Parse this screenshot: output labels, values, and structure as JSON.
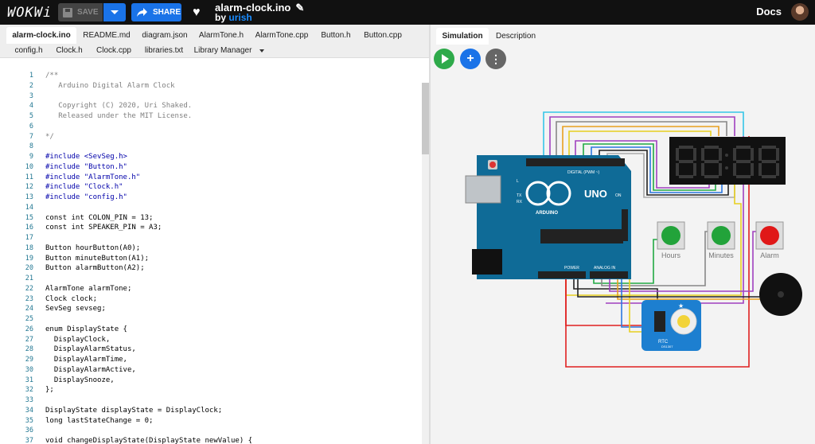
{
  "header": {
    "logo": "WOKWi",
    "save_label": "SAVE",
    "share_label": "SHARE",
    "project_name": "alarm-clock.ino",
    "by_label": "by",
    "author": "urish",
    "docs_label": "Docs"
  },
  "editor": {
    "tabs_row1": [
      "alarm-clock.ino",
      "README.md",
      "diagram.json",
      "AlarmTone.h",
      "AlarmTone.cpp",
      "Button.h",
      "Button.cpp"
    ],
    "tabs_row2": [
      "config.h",
      "Clock.h",
      "Clock.cpp",
      "libraries.txt",
      "Library Manager"
    ],
    "lines": [
      {
        "n": "1",
        "t": "/**"
      },
      {
        "n": "2",
        "t": "   Arduino Digital Alarm Clock"
      },
      {
        "n": "3",
        "t": ""
      },
      {
        "n": "4",
        "t": "   Copyright (C) 2020, Uri Shaked."
      },
      {
        "n": "5",
        "t": "   Released under the MIT License."
      },
      {
        "n": "6",
        "t": ""
      },
      {
        "n": "7",
        "t": "*/"
      },
      {
        "n": "8",
        "t": ""
      },
      {
        "n": "9",
        "t": "#include <SevSeg.h>"
      },
      {
        "n": "10",
        "t": "#include \"Button.h\""
      },
      {
        "n": "11",
        "t": "#include \"AlarmTone.h\""
      },
      {
        "n": "12",
        "t": "#include \"Clock.h\""
      },
      {
        "n": "13",
        "t": "#include \"config.h\""
      },
      {
        "n": "14",
        "t": ""
      },
      {
        "n": "15",
        "t": "const int COLON_PIN = 13;"
      },
      {
        "n": "16",
        "t": "const int SPEAKER_PIN = A3;"
      },
      {
        "n": "17",
        "t": ""
      },
      {
        "n": "18",
        "t": "Button hourButton(A0);"
      },
      {
        "n": "19",
        "t": "Button minuteButton(A1);"
      },
      {
        "n": "20",
        "t": "Button alarmButton(A2);"
      },
      {
        "n": "21",
        "t": ""
      },
      {
        "n": "22",
        "t": "AlarmTone alarmTone;"
      },
      {
        "n": "23",
        "t": "Clock clock;"
      },
      {
        "n": "24",
        "t": "SevSeg sevseg;"
      },
      {
        "n": "25",
        "t": ""
      },
      {
        "n": "26",
        "t": "enum DisplayState {"
      },
      {
        "n": "27",
        "t": "  DisplayClock,"
      },
      {
        "n": "28",
        "t": "  DisplayAlarmStatus,"
      },
      {
        "n": "29",
        "t": "  DisplayAlarmTime,"
      },
      {
        "n": "30",
        "t": "  DisplayAlarmActive,"
      },
      {
        "n": "31",
        "t": "  DisplaySnooze,"
      },
      {
        "n": "32",
        "t": "};"
      },
      {
        "n": "33",
        "t": ""
      },
      {
        "n": "34",
        "t": "DisplayState displayState = DisplayClock;"
      },
      {
        "n": "35",
        "t": "long lastStateChange = 0;"
      },
      {
        "n": "36",
        "t": ""
      },
      {
        "n": "37",
        "t": "void changeDisplayState(DisplayState newValue) {"
      }
    ]
  },
  "simulation": {
    "tabs": [
      "Simulation",
      "Description"
    ],
    "button_labels": [
      "Hours",
      "Minutes",
      "Alarm"
    ],
    "board_labels": {
      "uno": "UNO",
      "brand": "ARDUINO",
      "digital": "DIGITAL (PWM ~)",
      "analog": "ANALOG IN",
      "power": "POWER",
      "on": "ON",
      "tx": "TX",
      "rx": "RX",
      "l": "L",
      "rtc": "RTC",
      "rtc_model": "DS1307"
    },
    "colors": {
      "play": "#2eaa4a",
      "add": "#1a73e8",
      "more": "#666666",
      "board": "#0f6b97",
      "green_button": "#22a33a",
      "red_button": "#e01818",
      "rtc_board": "#1d7fd0"
    }
  }
}
